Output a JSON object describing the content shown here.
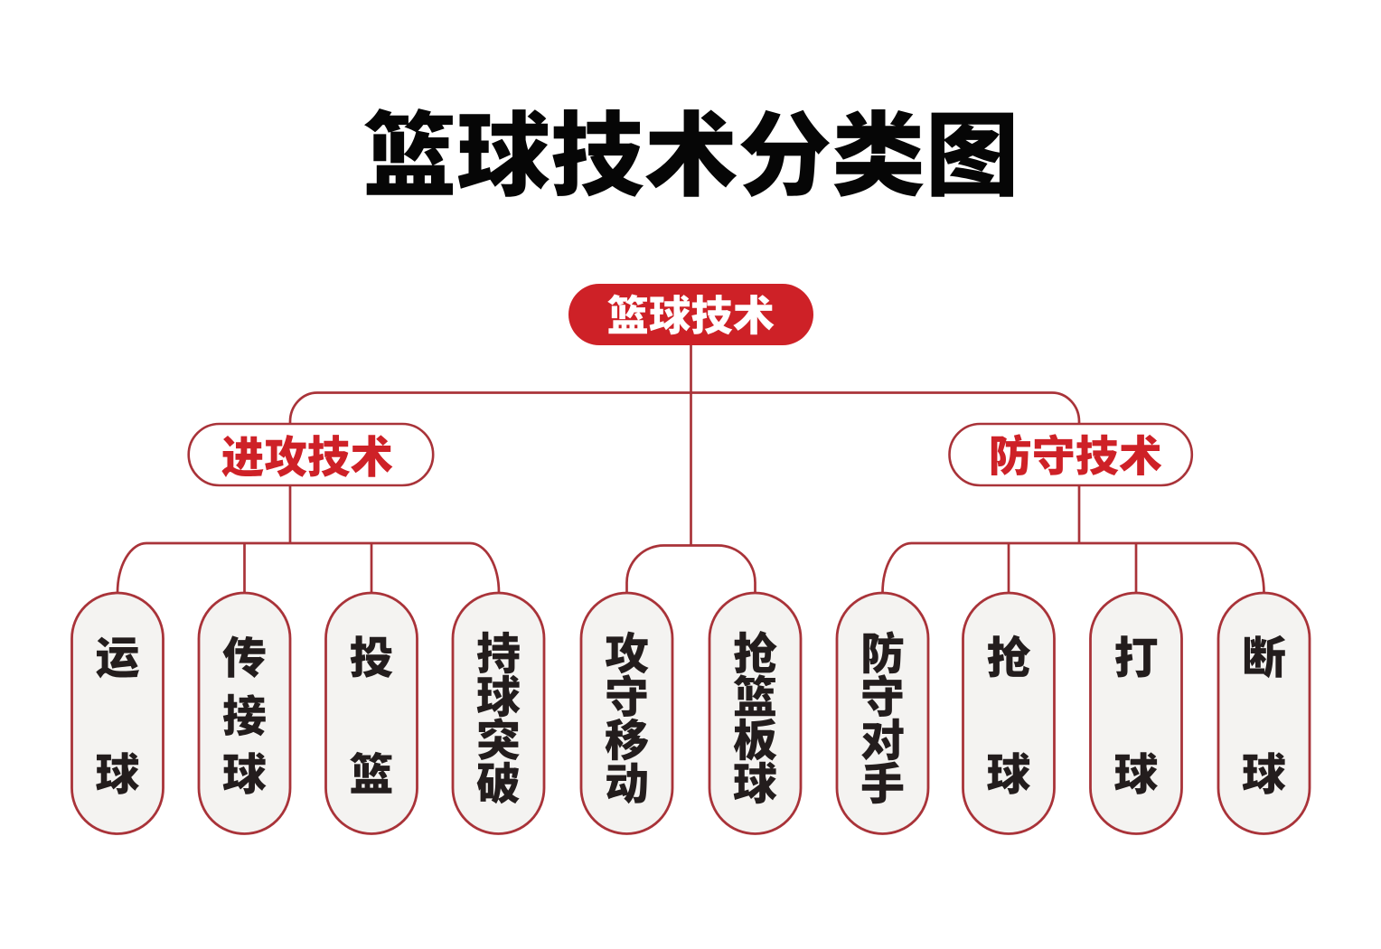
{
  "title": "篮球技术分类图",
  "root": {
    "label": "篮球技术"
  },
  "branches": [
    {
      "label": "进攻技术",
      "children": [
        {
          "label": "运球"
        },
        {
          "label": "传接球"
        },
        {
          "label": "投篮"
        },
        {
          "label": "持球突破"
        }
      ]
    },
    {
      "label": "防守技术",
      "children": [
        {
          "label": "防守对手"
        },
        {
          "label": "抢球"
        },
        {
          "label": "打球"
        },
        {
          "label": "断球"
        }
      ]
    }
  ],
  "root_leaves": [
    {
      "label": "攻守移动"
    },
    {
      "label": "抢篮板球"
    }
  ],
  "colors": {
    "accent_red": "#CE2127",
    "line_red": "#A93339",
    "leaf_fill": "#F4F3F1",
    "leaf_text": "#231D1D",
    "header_fill": "#FFFFFF",
    "root_text": "#FFFFFF",
    "title_text": "#060606",
    "background": "#FFFFFF"
  }
}
